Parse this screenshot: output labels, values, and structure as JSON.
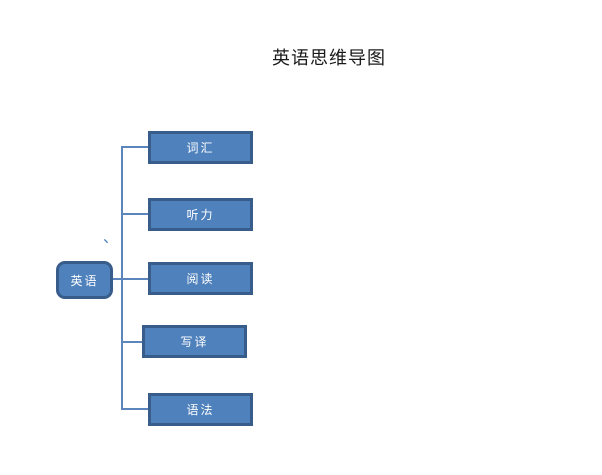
{
  "title": "英语思维导图",
  "diagram": {
    "root": {
      "label": "英语"
    },
    "children": [
      {
        "label": "词汇"
      },
      {
        "label": "听力"
      },
      {
        "label": "阅读"
      },
      {
        "label": "写译"
      },
      {
        "label": "语法"
      }
    ],
    "stray_mark": "、"
  },
  "colors": {
    "node_fill": "#4f81bd",
    "node_border": "#385d8a",
    "connector": "#5b85bb",
    "title_text": "#1a1a1a"
  }
}
